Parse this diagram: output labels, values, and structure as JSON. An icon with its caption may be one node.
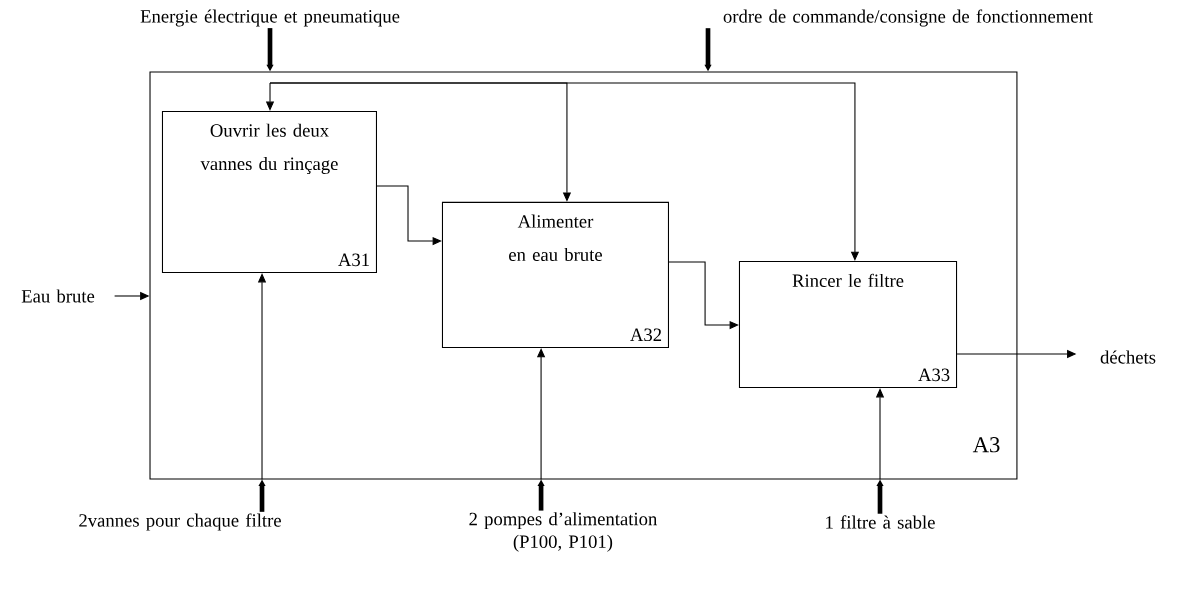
{
  "diagram": {
    "nodes": [
      {
        "text": [
          "A3"
        ]
      },
      {
        "text": [
          "Ouvrir les deux vannes du rinçage",
          "A31"
        ],
        "in": 0
      },
      {
        "text": [
          "Alimenter en eau brute",
          "A32"
        ],
        "in": 0
      },
      {
        "text": [
          "Rincer le filtre",
          "A33"
        ],
        "in": 0
      },
      {
        "text": [
          "Energie électrique et pneumatique"
        ]
      },
      {
        "text": [
          "ordre de commande/consigne de fonctionnement"
        ]
      },
      {
        "text": [
          "Eau brute"
        ]
      },
      {
        "text": [
          "déchets"
        ]
      },
      {
        "text": [
          "2vannes pour chaque filtre"
        ]
      },
      {
        "text": [
          "2 pompes d’alimentation (P100, P101)"
        ]
      },
      {
        "text": [
          "1 filtre à sable"
        ]
      }
    ],
    "edges": [
      {
        "from": 4,
        "to": 0,
        "arrow": "to",
        "style": "thick"
      },
      {
        "from": 5,
        "to": 0,
        "arrow": "to",
        "style": "thick"
      },
      {
        "from": null,
        "to": 1,
        "arrow": "to"
      },
      {
        "from": null,
        "to": 2,
        "arrow": "to"
      },
      {
        "from": null,
        "to": 3,
        "arrow": "to"
      },
      {
        "from": 6,
        "to": 0,
        "arrow": "to"
      },
      {
        "from": 1,
        "to": 2,
        "arrow": "to"
      },
      {
        "from": 2,
        "to": 3,
        "arrow": "to"
      },
      {
        "from": 3,
        "to": 7,
        "arrow": "to"
      },
      {
        "from": 8,
        "to": 0,
        "arrow": "to",
        "style": "thick"
      },
      {
        "from": 9,
        "to": 0,
        "arrow": "to",
        "style": "thick"
      },
      {
        "from": 10,
        "to": 0,
        "arrow": "to",
        "style": "thick"
      },
      {
        "from": 0,
        "to": 1,
        "arrow": "to"
      },
      {
        "from": 0,
        "to": 2,
        "arrow": "to"
      },
      {
        "from": 0,
        "to": 3,
        "arrow": "to"
      }
    ]
  }
}
